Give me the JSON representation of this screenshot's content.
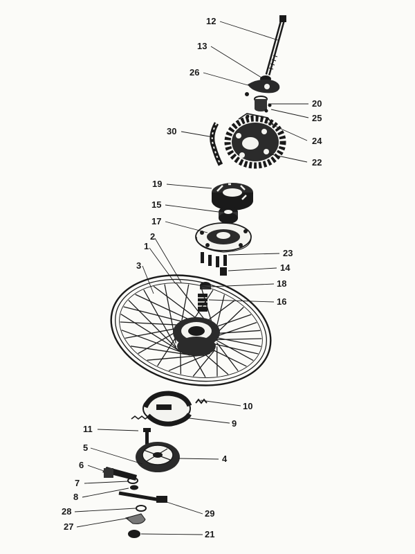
{
  "figure": {
    "type": "exploded-parts-diagram",
    "subject": "rear wheel hub assembly",
    "part_labels": [
      "12",
      "13",
      "26",
      "20",
      "25",
      "30",
      "24",
      "22",
      "19",
      "15",
      "17",
      "2",
      "1",
      "23",
      "3",
      "14",
      "18",
      "16",
      "10",
      "9",
      "11",
      "5",
      "4",
      "6",
      "7",
      "8",
      "28",
      "29",
      "27",
      "21"
    ]
  }
}
